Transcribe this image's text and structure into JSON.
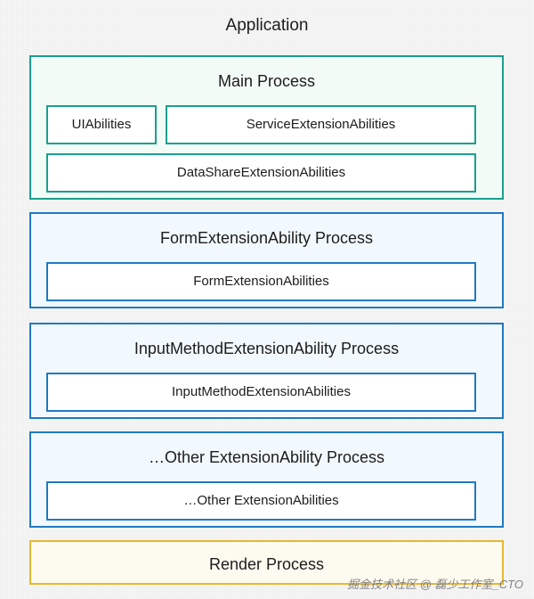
{
  "diagram": {
    "title": "Application",
    "processes": [
      {
        "name": "Main Process",
        "accent": "#18a08c",
        "fill": "#f3fbf7",
        "abilities": [
          {
            "label": "UIAbilities"
          },
          {
            "label": "ServiceExtensionAbilities"
          },
          {
            "label": "DataShareExtensionAbilities"
          }
        ]
      },
      {
        "name": "FormExtensionAbility Process",
        "accent": "#1f7ac4",
        "fill": "#f2f9fe",
        "abilities": [
          {
            "label": "FormExtensionAbilities"
          }
        ]
      },
      {
        "name": "InputMethodExtensionAbility Process",
        "accent": "#1f7ac4",
        "fill": "#f2f9fe",
        "abilities": [
          {
            "label": "InputMethodExtensionAbilities"
          }
        ]
      },
      {
        "name": "…Other ExtensionAbility Process",
        "accent": "#1f7ac4",
        "fill": "#f2f9fe",
        "abilities": [
          {
            "label": "…Other ExtensionAbilities"
          }
        ]
      },
      {
        "name": "Render Process",
        "accent": "#e8b731",
        "fill": "#fdfbef",
        "abilities": []
      }
    ]
  },
  "watermark": {
    "text": "掘金技术社区 @ 磊少工作室_CTO"
  }
}
